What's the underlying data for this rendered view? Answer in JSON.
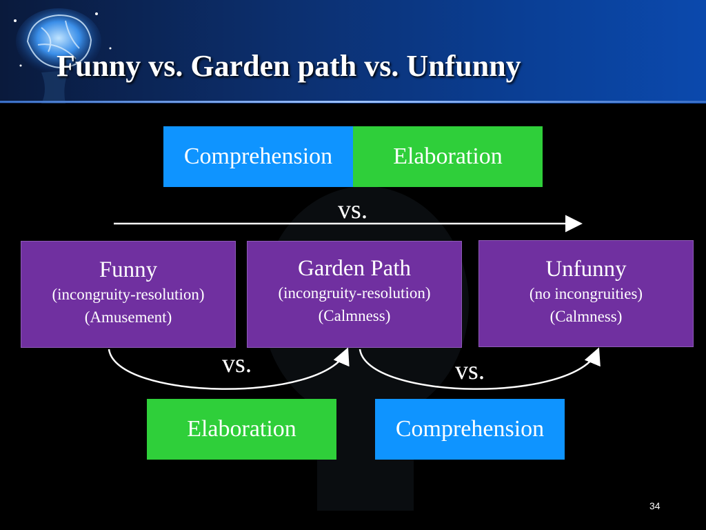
{
  "slide": {
    "title": "Funny vs. Garden path vs. Unfunny",
    "top_row": {
      "comprehension": "Comprehension",
      "elaboration": "Elaboration",
      "vs": "vs."
    },
    "categories": [
      {
        "name": "Funny",
        "line1": "(incongruity-resolution)",
        "line2": "(Amusement)"
      },
      {
        "name": "Garden Path",
        "line1": "(incongruity-resolution)",
        "line2": "(Calmness)"
      },
      {
        "name": "Unfunny",
        "line1": "(no incongruities)",
        "line2": "(Calmness)"
      }
    ],
    "bottom_row": {
      "vs_left": "vs.",
      "vs_right": "vs.",
      "elaboration": "Elaboration",
      "comprehension": "Comprehension"
    },
    "page_number": "34"
  },
  "colors": {
    "blue_box": "#0f94ff",
    "green_box": "#2fcf3a",
    "purple_box": "#7030a0",
    "header": "#0b49ad"
  }
}
